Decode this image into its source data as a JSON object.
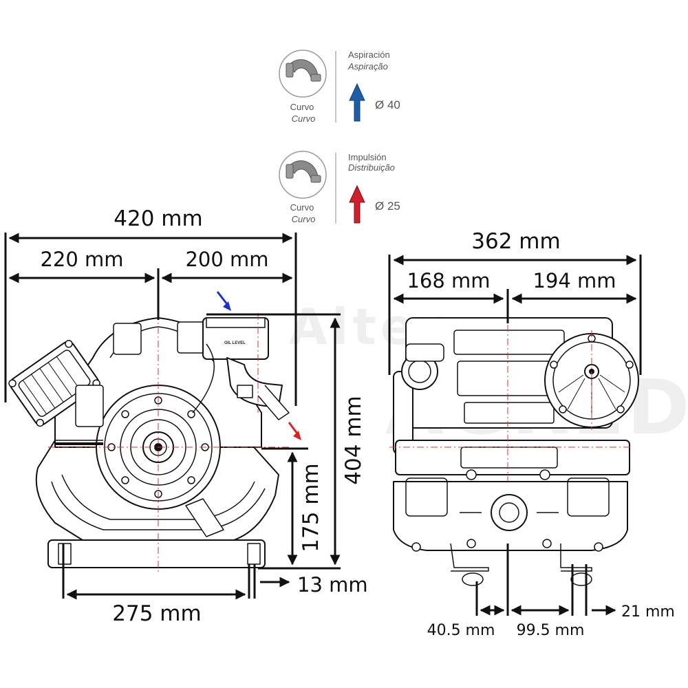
{
  "legend": {
    "suction": {
      "title": "Aspiración",
      "subtitle": "Aspiração",
      "fitting_label": "Curvo",
      "fitting_sub": "Curvo",
      "diameter": "Ø 40",
      "arrow_color": "#1b5fa8",
      "icon": "curved-hose-fitting-icon"
    },
    "delivery": {
      "title": "Impulsión",
      "subtitle": "Distribuição",
      "fitting_label": "Curvo",
      "fitting_sub": "Curvo",
      "diameter": "Ø 25",
      "arrow_color": "#d0202a",
      "icon": "curved-hose-fitting-icon"
    }
  },
  "front_view": {
    "overall_width": "420 mm",
    "left_width": "220 mm",
    "right_width": "200 mm",
    "overall_height": "404 mm",
    "outlet_height": "175 mm",
    "base_offset": "13 mm",
    "base_width": "275 mm",
    "oil_level_label": "OIL LEVEL",
    "suction_arrow_color": "#1a2fd6",
    "delivery_arrow_color": "#e02020"
  },
  "side_view": {
    "overall_width": "362 mm",
    "left_width": "168 mm",
    "right_width": "194 mm",
    "hole_left": "40.5 mm",
    "hole_spacing": "99.5 mm",
    "hole_width": "21 mm"
  },
  "colors": {
    "line": "#111111",
    "centerline": "#e03030",
    "watermark": "#efefef"
  }
}
